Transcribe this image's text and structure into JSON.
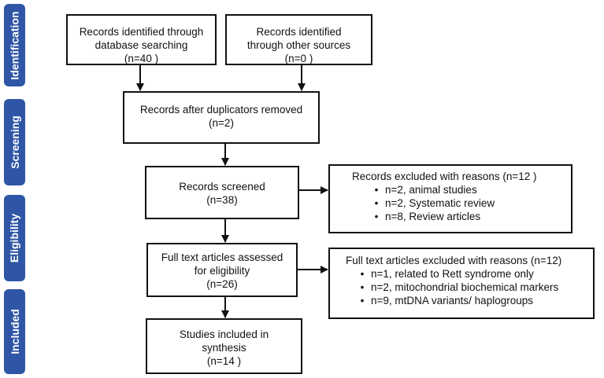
{
  "stages": {
    "identification": "Identification",
    "screening": "Screening",
    "eligibility": "Eligibility",
    "included": "Included"
  },
  "boxes": {
    "database": [
      "Records identified through",
      "database searching",
      "(n=40 )"
    ],
    "other_sources": [
      "Records identified",
      "through other sources",
      "(n=0 )"
    ],
    "duplicates": [
      "Records after duplicators removed",
      "(n=2)"
    ],
    "screened": [
      "Records screened",
      "(n=38)"
    ],
    "excluded_records": {
      "title": "Records excluded with reasons (n=12 )",
      "items": [
        "n=2, animal studies",
        "n=2, Systematic review",
        "n=8, Review articles"
      ]
    },
    "fulltext": [
      "Full text articles assessed",
      "for eligibility",
      "(n=26)"
    ],
    "excluded_fulltext": {
      "title": "Full text articles excluded with reasons (n=12)",
      "items": [
        "n=1, related to Rett syndrome only",
        "n=2, mitochondrial biochemical markers",
        "n=9, mtDNA variants/ haplogroups"
      ]
    },
    "included": [
      "Studies included in",
      "synthesis",
      "(n=14 )"
    ]
  },
  "colors": {
    "stage_tab": "#2f56a6",
    "border": "#111111"
  }
}
